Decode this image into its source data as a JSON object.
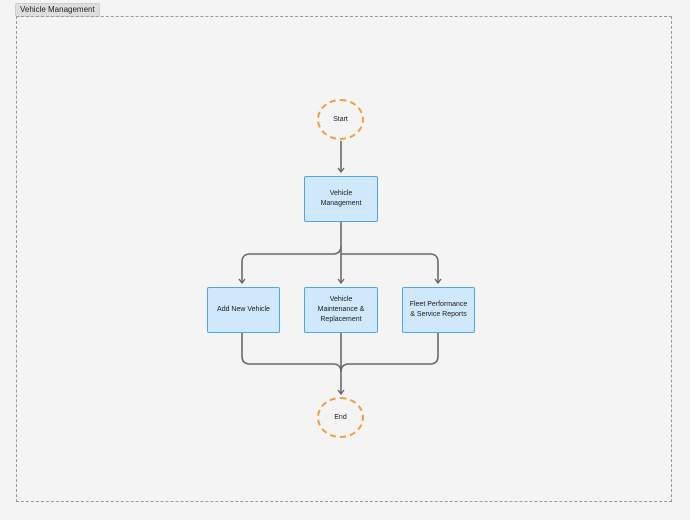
{
  "frame": {
    "label": "Vehicle Management"
  },
  "nodes": {
    "start": "Start",
    "vehicle_management": "Vehicle Management",
    "add_new_vehicle": "Add New Vehicle",
    "maintenance": "Vehicle Maintenance & Replacement",
    "fleet_reports": "Fleet Performance & Service Reports",
    "end": "End"
  },
  "colors": {
    "terminal_border": "#f0a040",
    "process_fill": "#cfe8fb",
    "process_border": "#4aa8ea",
    "connector": "#6a6a6a"
  }
}
